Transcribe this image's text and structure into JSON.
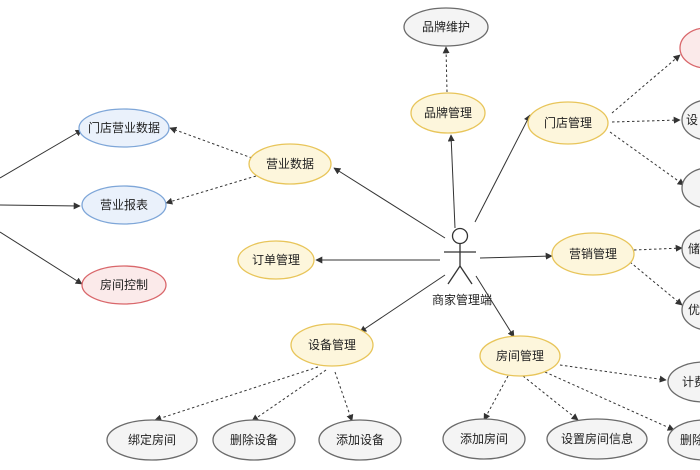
{
  "actor": {
    "label": "商家管理端"
  },
  "nodes": {
    "brand_mgmt": "品牌管理",
    "brand_maint": "品牌维护",
    "store_mgmt": "门店管理",
    "biz_data": "营业数据",
    "store_biz_data": "门店营业数据",
    "biz_report": "营业报表",
    "room_ctrl": "房间控制",
    "order_mgmt": "订单管理",
    "marketing_mgmt": "营销管理",
    "device_mgmt": "设备管理",
    "bind_room": "绑定房间",
    "del_device": "删除设备",
    "add_device": "添加设备",
    "room_mgmt": "房间管理",
    "add_room": "添加房间",
    "set_room_info": "设置房间信息",
    "billing": "计费",
    "delete": "删除",
    "partial_1": "设",
    "partial_2": "储",
    "partial_3": "优"
  },
  "colors": {
    "yellow": "#e8c55a",
    "blue": "#7ea6d8",
    "red": "#d9676b",
    "gray": "#6b6b6b"
  }
}
